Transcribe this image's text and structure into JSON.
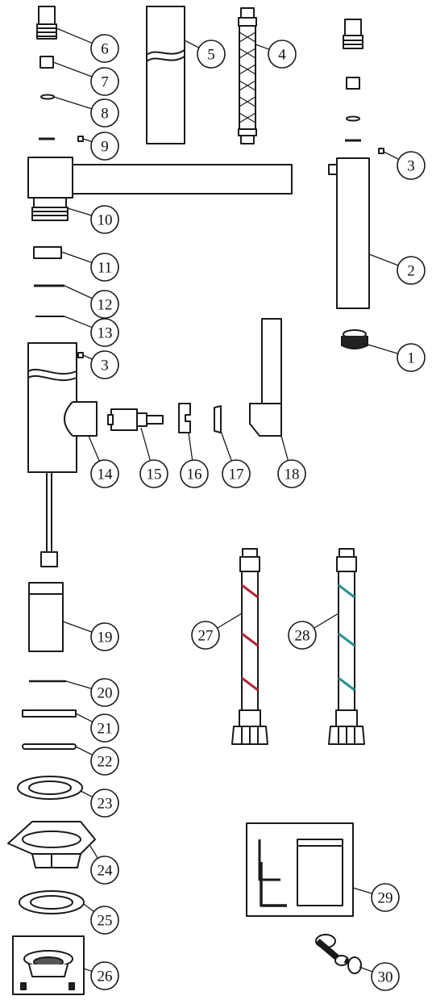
{
  "diagram": {
    "colors": {
      "line": "#1a1a1a",
      "hose_red": "#b0283a",
      "hose_blue": "#2a8f8f",
      "part_fill": "#ffffff",
      "dark": "#222222"
    },
    "callouts": [
      {
        "id": "p1",
        "label": "1"
      },
      {
        "id": "p2",
        "label": "2"
      },
      {
        "id": "p3a",
        "label": "3"
      },
      {
        "id": "p3b",
        "label": "3"
      },
      {
        "id": "p4",
        "label": "4"
      },
      {
        "id": "p5",
        "label": "5"
      },
      {
        "id": "p6",
        "label": "6"
      },
      {
        "id": "p7",
        "label": "7"
      },
      {
        "id": "p8",
        "label": "8"
      },
      {
        "id": "p9",
        "label": "9"
      },
      {
        "id": "p10",
        "label": "10"
      },
      {
        "id": "p11",
        "label": "11"
      },
      {
        "id": "p12",
        "label": "12"
      },
      {
        "id": "p13",
        "label": "13"
      },
      {
        "id": "p14",
        "label": "14"
      },
      {
        "id": "p15",
        "label": "15"
      },
      {
        "id": "p16",
        "label": "16"
      },
      {
        "id": "p17",
        "label": "17"
      },
      {
        "id": "p18",
        "label": "18"
      },
      {
        "id": "p19",
        "label": "19"
      },
      {
        "id": "p20",
        "label": "20"
      },
      {
        "id": "p21",
        "label": "21"
      },
      {
        "id": "p22",
        "label": "22"
      },
      {
        "id": "p23",
        "label": "23"
      },
      {
        "id": "p24",
        "label": "24"
      },
      {
        "id": "p25",
        "label": "25"
      },
      {
        "id": "p26",
        "label": "26"
      },
      {
        "id": "p27",
        "label": "27"
      },
      {
        "id": "p28",
        "label": "28"
      },
      {
        "id": "p29",
        "label": "29"
      },
      {
        "id": "p30",
        "label": "30"
      }
    ]
  }
}
